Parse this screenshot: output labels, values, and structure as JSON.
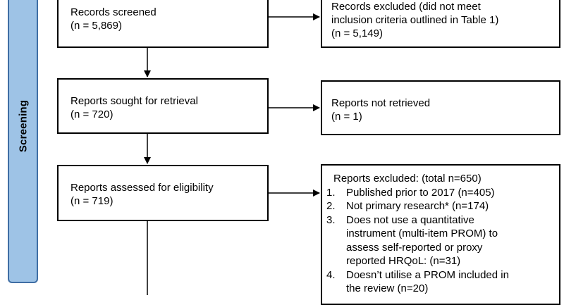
{
  "stage_label": "Screening",
  "boxes": {
    "records_screened": {
      "title": "Records screened",
      "count": "(n = 5,869)"
    },
    "records_excluded": {
      "line1": "Records excluded (did not meet",
      "line2": "inclusion criteria outlined in Table 1)",
      "count": "(n = 5,149)"
    },
    "reports_sought": {
      "title": "Reports sought for retrieval",
      "count": "(n = 720)"
    },
    "reports_not_retrieved": {
      "title": "Reports not retrieved",
      "count": "(n = 1)"
    },
    "reports_assessed": {
      "title": "Reports assessed for eligibility",
      "count": "(n = 719)"
    },
    "reports_excluded": {
      "header": "Reports excluded: (total n=650)",
      "items": [
        {
          "num": "1.",
          "lines": [
            "Published prior to 2017 (n=405)"
          ]
        },
        {
          "num": "2.",
          "lines": [
            "Not primary research* (n=174)"
          ]
        },
        {
          "num": "3.",
          "lines": [
            "Does not use a quantitative",
            "instrument (multi-item PROM) to",
            "assess self-reported or proxy",
            "reported HRQoL: (n=31)"
          ]
        },
        {
          "num": "4.",
          "lines": [
            "Doesn’t utilise a PROM included in",
            "the review (n=20)"
          ]
        }
      ]
    }
  }
}
